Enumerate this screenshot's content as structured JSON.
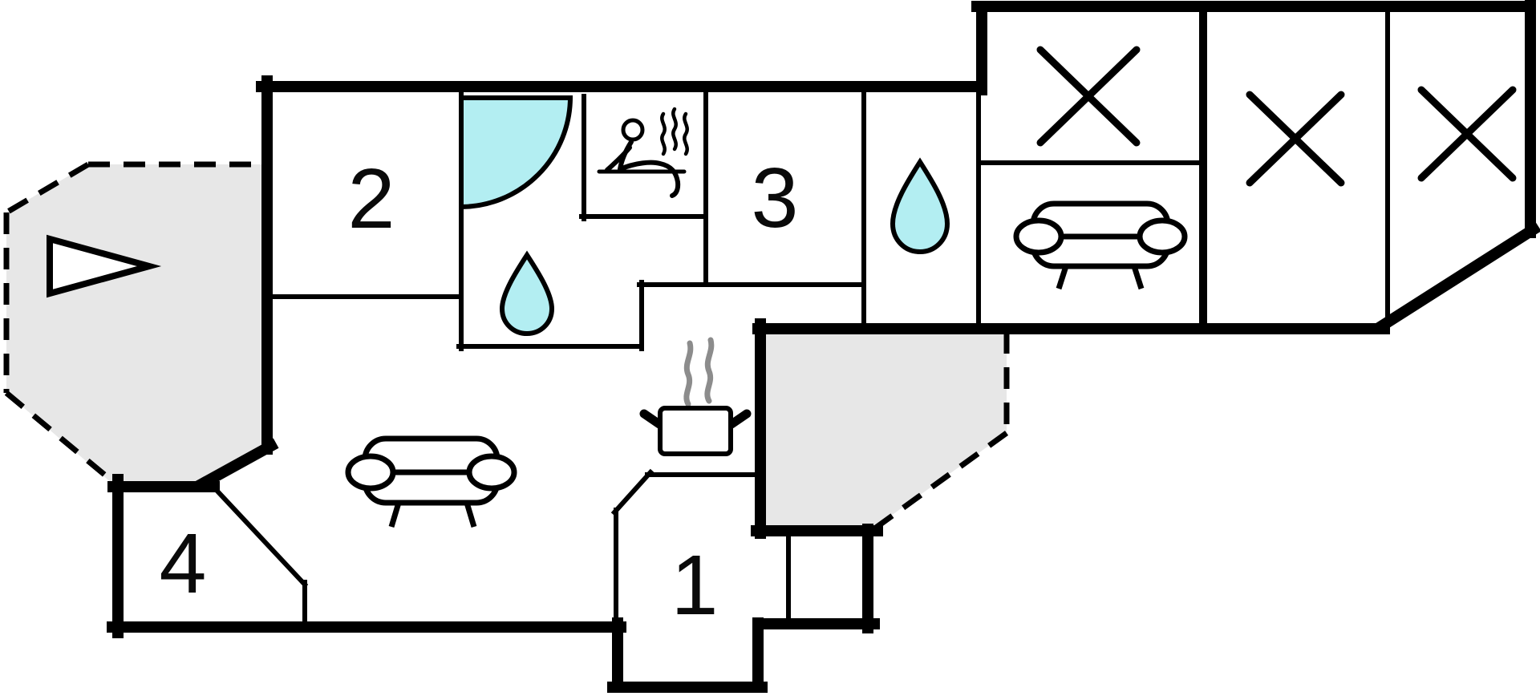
{
  "plan": {
    "type": "floorplan",
    "rooms": [
      {
        "name": "room-1-entrance",
        "label": "1"
      },
      {
        "name": "room-2-bedroom",
        "label": "2"
      },
      {
        "name": "room-3-bedroom",
        "label": "3"
      },
      {
        "name": "room-4-bedroom",
        "label": "4"
      }
    ],
    "features": [
      {
        "name": "shower-icon",
        "meaning": "corner shower in bathroom"
      },
      {
        "name": "sauna-icon",
        "meaning": "sauna room"
      },
      {
        "name": "water-drop-icon-1",
        "meaning": "bathroom / wet room"
      },
      {
        "name": "water-drop-icon-2",
        "meaning": "second bathroom / wet room"
      },
      {
        "name": "sofa-icon-living-room",
        "meaning": "living room seating"
      },
      {
        "name": "sofa-icon-right-wing",
        "meaning": "lounge seating"
      },
      {
        "name": "bed-x-icon-1",
        "meaning": "bed / unspecified room"
      },
      {
        "name": "bed-x-icon-2",
        "meaning": "bed / unspecified room"
      },
      {
        "name": "bed-x-icon-3",
        "meaning": "bed / unspecified room"
      },
      {
        "name": "kitchen-pot-icon",
        "meaning": "kitchen / cooking area"
      },
      {
        "name": "terrace-triangle-icon",
        "meaning": "entrance direction marker on terrace"
      },
      {
        "name": "left-terrace-area",
        "meaning": "open terrace (dashed outline)"
      },
      {
        "name": "right-terrace-area",
        "meaning": "open terrace (dashed outline)"
      }
    ]
  },
  "colors": {
    "wall": "#000000",
    "water_accent": "#b3eef2",
    "terrace_fill": "#e7e7e7",
    "pot_steam": "#8c8c8c",
    "background": "#ffffff"
  }
}
